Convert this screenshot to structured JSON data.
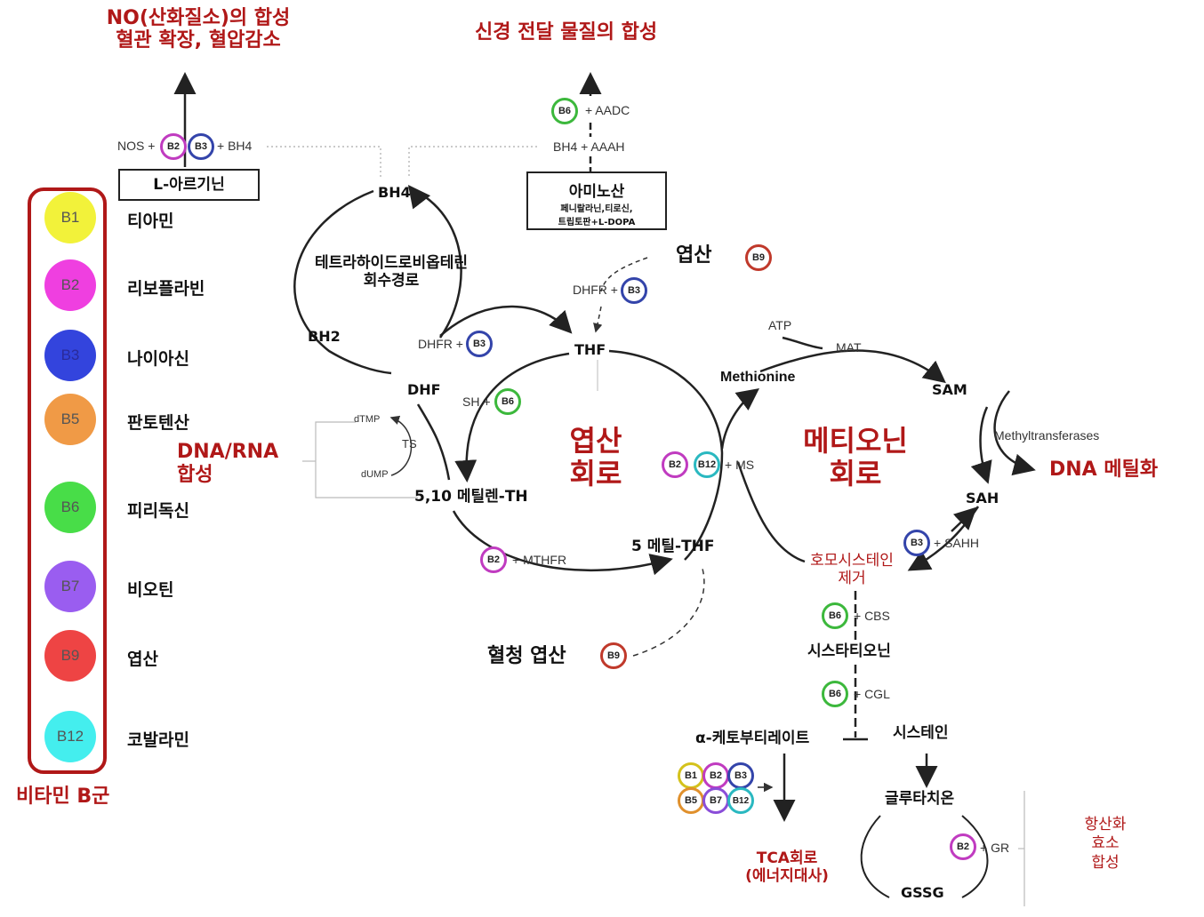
{
  "top": {
    "no_title_1": "NO(산화질소)의 합성",
    "no_title_2": "혈관 확장, 혈압감소",
    "neuro_title": "신경 전달 물질의 합성"
  },
  "nos": {
    "label_nos": "NOS +",
    "label_bh4": "+ BH4",
    "box": "L-아르기닌"
  },
  "aadc": {
    "label": "+ AADC",
    "bh4_aaah": "BH4 + AAAH"
  },
  "amino": {
    "title": "아미노산",
    "sub1": "페니랄라닌,티로신,",
    "sub2": "트립토판+L-DOPA"
  },
  "bh4_cycle": {
    "bh4": "BH4",
    "bh2": "BH2",
    "dhf": "DHF",
    "title_1": "테트라하이드로비옵테린",
    "title_2": "회수경로",
    "dhfr": "DHFR +"
  },
  "folate": {
    "folic": "엽산",
    "dhfr": "DHFR +",
    "thf": "THF",
    "sh": "SH +",
    "mthf_label": "5,10 메틸렌-TH",
    "mthfr": "+ MTHFR",
    "methyl_thf": "5 메틸-THF",
    "ms": "+ MS",
    "cycle_1": "엽산",
    "cycle_2": "회로",
    "serum": "혈청 엽산"
  },
  "dna": {
    "title_1": "DNA/RNA",
    "title_2": "합성",
    "dtmp": "dTMP",
    "dump": "dUMP",
    "ts": "TS"
  },
  "methionine": {
    "atp": "ATP",
    "mat": "MAT",
    "methionine": "Methionine",
    "sam": "SAM",
    "methyltransferases": "Methyltransferases",
    "dna_methyl": "DNA 메틸화",
    "sah": "SAH",
    "sahh": "+ SAHH",
    "cycle_1": "메티오닌",
    "cycle_2": "회로",
    "homo_1": "호모시스테인",
    "homo_2": "제거"
  },
  "trans": {
    "cbs": "+ CBS",
    "cystathionine": "시스타티오닌",
    "cgl": "+ CGL",
    "aketo": "α-케토부티레이트",
    "cysteine": "시스테인",
    "glutathione": "글루타치온",
    "gr": "+ GR",
    "gssg": "GSSG",
    "tca_1": "TCA회로",
    "tca_2": "(에너지대사)",
    "anti_1": "항산화",
    "anti_2": "효소",
    "anti_3": "합성"
  },
  "legend": {
    "title": "비타민 B군",
    "items": [
      {
        "code": "B1",
        "name": "티아민",
        "color": "#f2f23a"
      },
      {
        "code": "B2",
        "name": "리보플라빈",
        "color": "#ef3fe0"
      },
      {
        "code": "B3",
        "name": "나이아신",
        "color": "#3344dd"
      },
      {
        "code": "B5",
        "name": "판토텐산",
        "color": "#f09a46"
      },
      {
        "code": "B6",
        "name": "피리독신",
        "color": "#48dd48"
      },
      {
        "code": "B7",
        "name": "비오틴",
        "color": "#9a5df0"
      },
      {
        "code": "B9",
        "name": "엽산",
        "color": "#ee4444"
      },
      {
        "code": "B12",
        "name": "코발라민",
        "color": "#44eeee"
      }
    ]
  },
  "coins": {
    "b1": "B1",
    "b2": "B2",
    "b3": "B3",
    "b5": "B5",
    "b6": "B6",
    "b7": "B7",
    "b9": "B9",
    "b12": "B12"
  },
  "colors": {
    "accent_red": "#b01818",
    "b2_ring": "#c03bc0",
    "b3_ring": "#3344aa",
    "b6_ring": "#3cb83c",
    "b9_ring": "#c0392b",
    "b12_ring": "#2ab8c0",
    "b1_ring": "#d4c21c",
    "b5_ring": "#e0902c",
    "b7_ring": "#8a4dd8"
  }
}
